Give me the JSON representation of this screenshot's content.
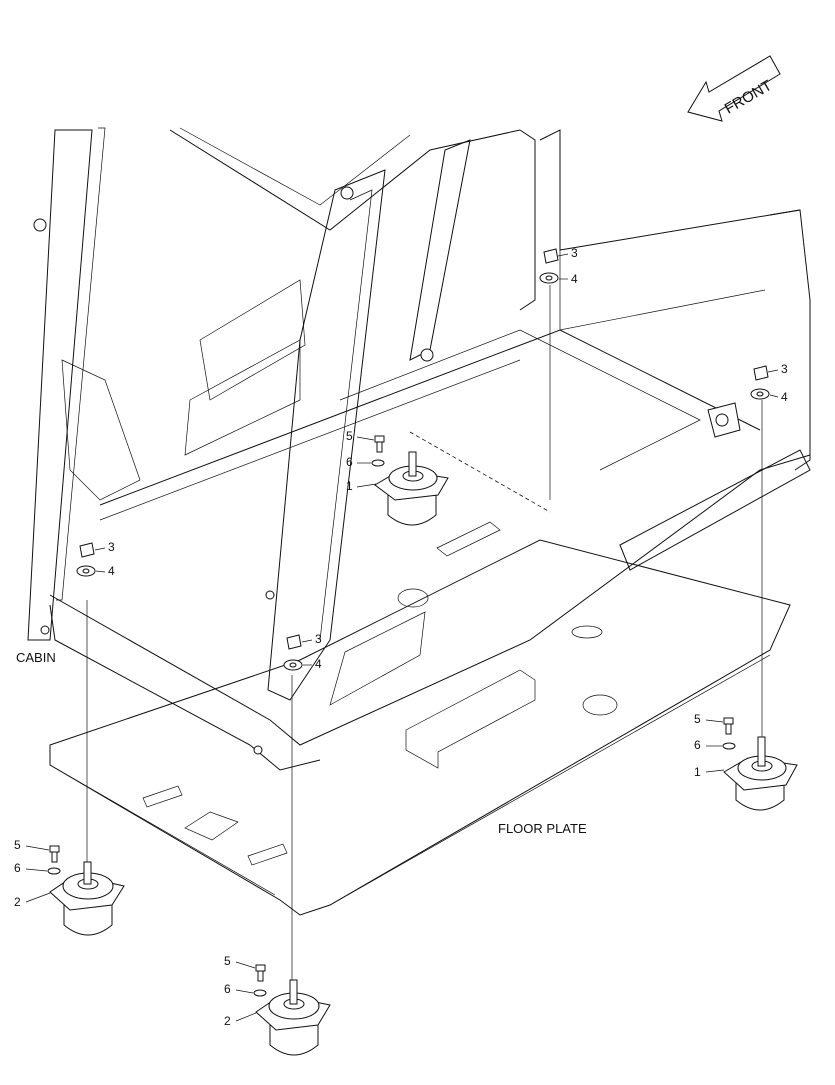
{
  "direction_label": "FRONT",
  "assembly_labels": {
    "cabin": "CABIN",
    "floor_plate": "FLOOR PLATE"
  },
  "callouts": [
    "1",
    "2",
    "3",
    "4",
    "5",
    "6"
  ],
  "icons": {
    "direction_arrow": "front-arrow-icon"
  }
}
